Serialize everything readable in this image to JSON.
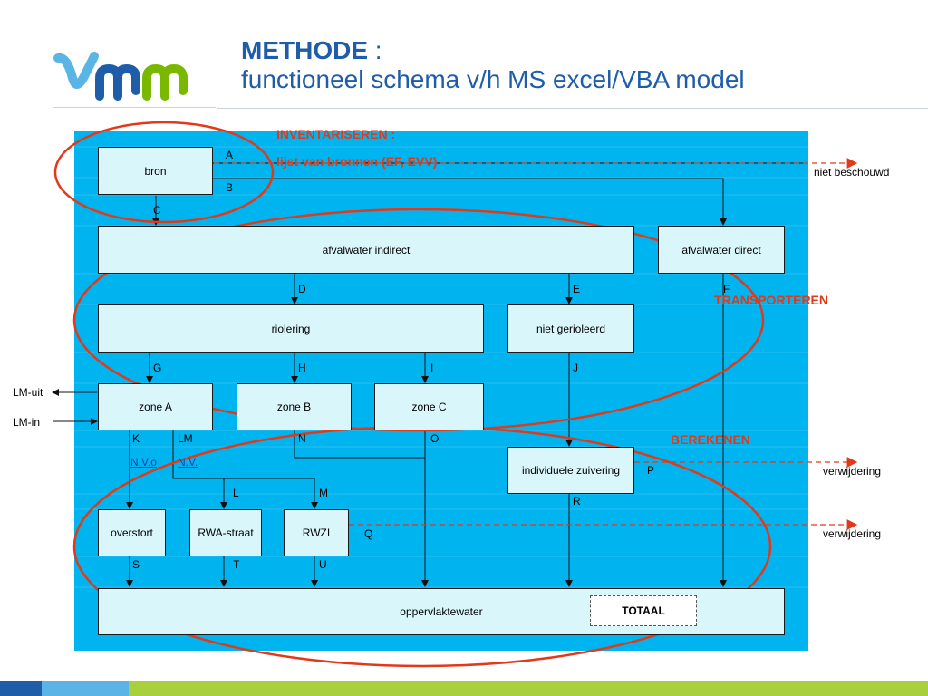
{
  "header": {
    "title_bold": "METHODE",
    "title_colon": " :",
    "subtitle": "functioneel schema v/h MS excel/VBA model"
  },
  "colors": {
    "title": "#1f5da8",
    "panel": "#00b4f0",
    "box_fill": "#d9f6fb",
    "highlight": "#e03a1a",
    "logo_blue": "#1f5da8",
    "logo_green": "#7ab800",
    "logo_lightblue": "#5ab4e6"
  },
  "logo": {
    "icon": "vmm-logo"
  },
  "boxes": {
    "bron": "bron",
    "afvalwater_indirect": "afvalwater indirect",
    "afvalwater_direct": "afvalwater direct",
    "riolering": "riolering",
    "niet_gerioleerd": "niet gerioleerd",
    "zone_a": "zone A",
    "zone_b": "zone B",
    "zone_c": "zone C",
    "individuele_zuivering": "individuele zuivering",
    "overstort": "overstort",
    "rwa_straat": "RWA-straat",
    "rwzi": "RWZI",
    "oppervlaktewater": "oppervlaktewater",
    "totaal": "TOTAAL"
  },
  "flow_labels": {
    "A": "A",
    "B": "B",
    "C": "C",
    "D": "D",
    "E": "E",
    "F": "F",
    "G": "G",
    "H": "H",
    "I": "I",
    "J": "J",
    "K": "K",
    "LM": "LM",
    "N": "N",
    "O": "O",
    "P": "P",
    "R": "R",
    "L": "L",
    "M": "M",
    "Q": "Q",
    "S": "S",
    "T": "T",
    "U": "U"
  },
  "nv": {
    "nvo": "N.V.o",
    "nv": "N.V."
  },
  "outside": {
    "niet_beschouwd": "niet beschouwd",
    "verwijdering_1": "verwijdering",
    "verwijdering_2": "verwijdering",
    "lm_uit": "LM-uit",
    "lm_in": "LM-in"
  },
  "annotations": {
    "inventariseren": "INVENTARISEREN :",
    "lijst": "lijst van bronnen (EF, EVV)",
    "transporteren": "TRANSPORTEREN",
    "berekenen": "BEREKENEN"
  }
}
